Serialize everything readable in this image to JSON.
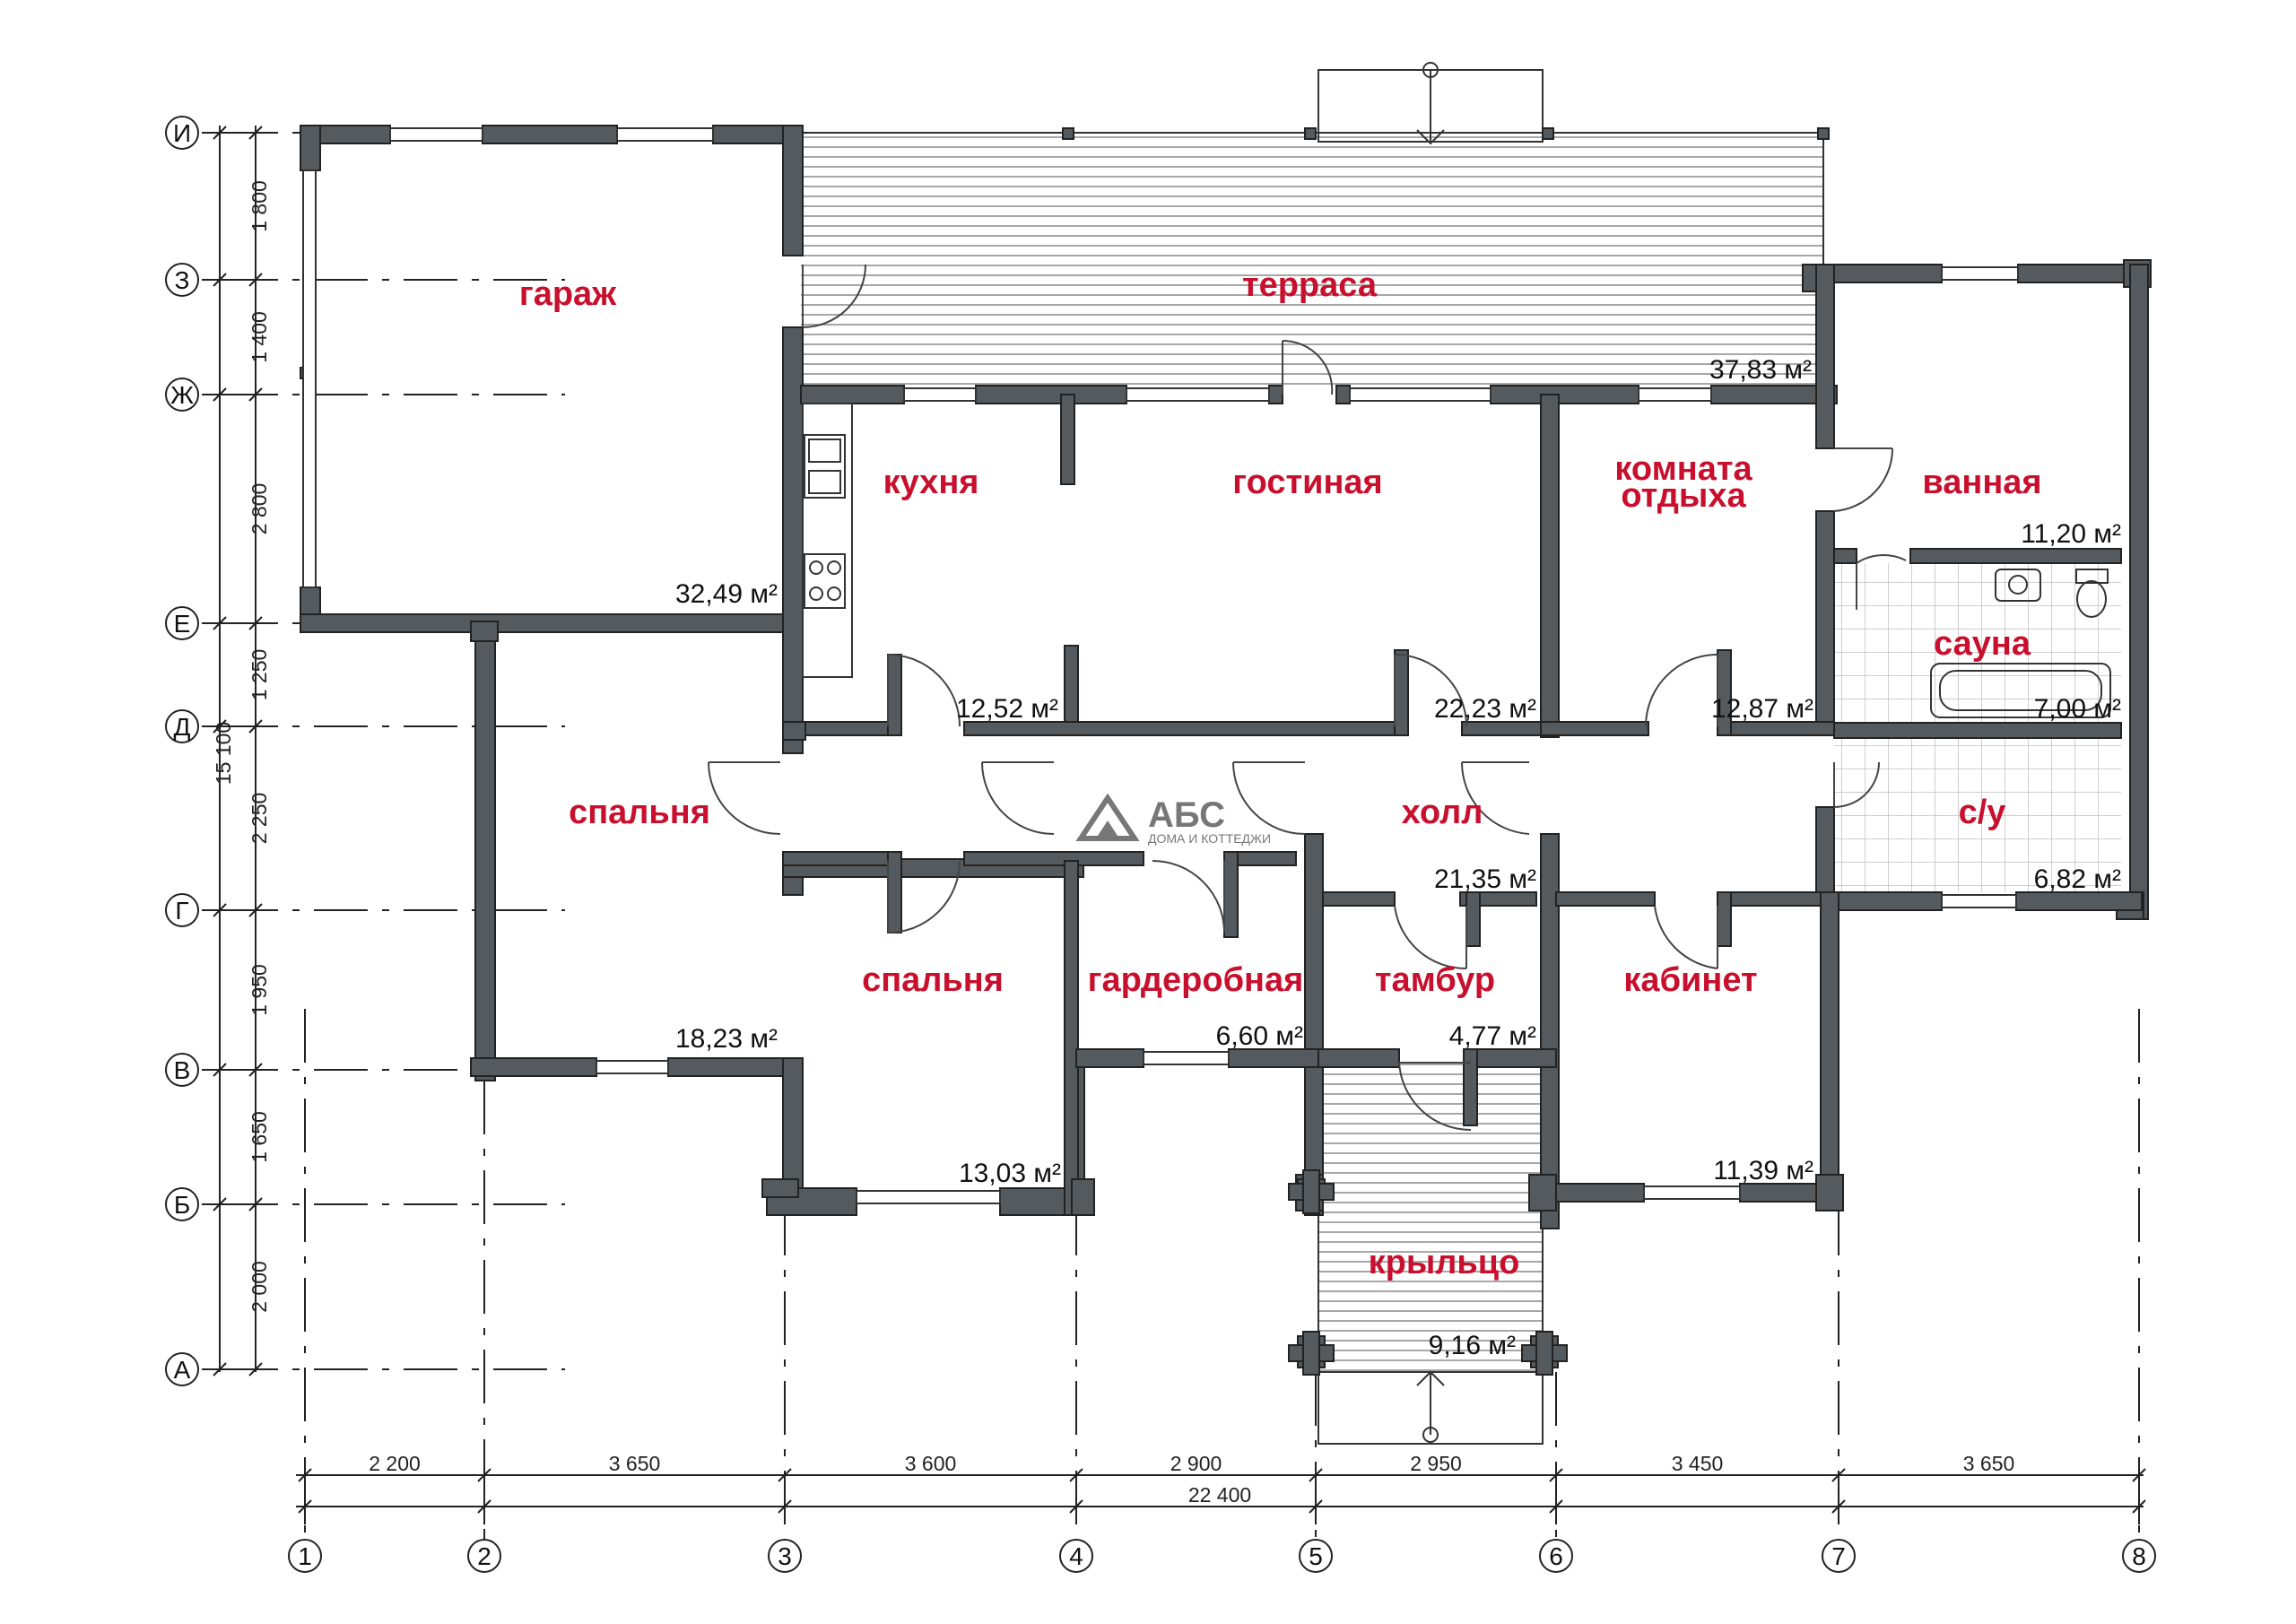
{
  "rooms": {
    "garage": {
      "name": "гараж",
      "area": "32,49 м²"
    },
    "terrace": {
      "name": "терраса",
      "area": "37,83 м²"
    },
    "kitchen": {
      "name": "кухня",
      "area": "12,52 м²"
    },
    "living": {
      "name": "гостиная",
      "area": "22,23 м²"
    },
    "rest_room": {
      "name_line1": "комната",
      "name_line2": "отдыха",
      "area": "12,87 м²"
    },
    "bathroom": {
      "name": "ванная",
      "area": "11,20 м²"
    },
    "sauna": {
      "name": "сауна",
      "area": "7,00 м²"
    },
    "wc": {
      "name": "с/у",
      "area": "6,82 м²"
    },
    "bedroom_left": {
      "name": "спальня",
      "area": "18,23 м²"
    },
    "hall": {
      "name": "холл",
      "area": "21,35 м²"
    },
    "bedroom_mid": {
      "name": "спальня",
      "area": "13,03 м²"
    },
    "wardrobe": {
      "name": "гардеробная",
      "area": "6,60 м²"
    },
    "vestibule": {
      "name": "тамбур",
      "area": "4,77 м²"
    },
    "office": {
      "name": "кабинет",
      "area": "11,39 м²"
    },
    "porch": {
      "name": "крыльцо",
      "area": "9,16 м²"
    }
  },
  "row_axes": [
    "И",
    "З",
    "Ж",
    "Е",
    "Д",
    "Г",
    "В",
    "Б",
    "А"
  ],
  "row_dims": [
    "1 800",
    "1 400",
    "2 800",
    "1 250",
    "2 250",
    "1 950",
    "1 650",
    "2 000"
  ],
  "row_total": "15 100",
  "col_axes": [
    "1",
    "2",
    "3",
    "4",
    "5",
    "6",
    "7",
    "8"
  ],
  "col_dims": [
    "2 200",
    "3 650",
    "3 600",
    "2 900",
    "2 950",
    "3 450",
    "3 650"
  ],
  "col_total": "22 400",
  "logo": {
    "main": "АБС",
    "sub": "ДОМА И КОТТЕДЖИ"
  },
  "colors": {
    "wall": "#555a5e",
    "room_label": "#c8102e",
    "tile": "#bfbfbf"
  }
}
